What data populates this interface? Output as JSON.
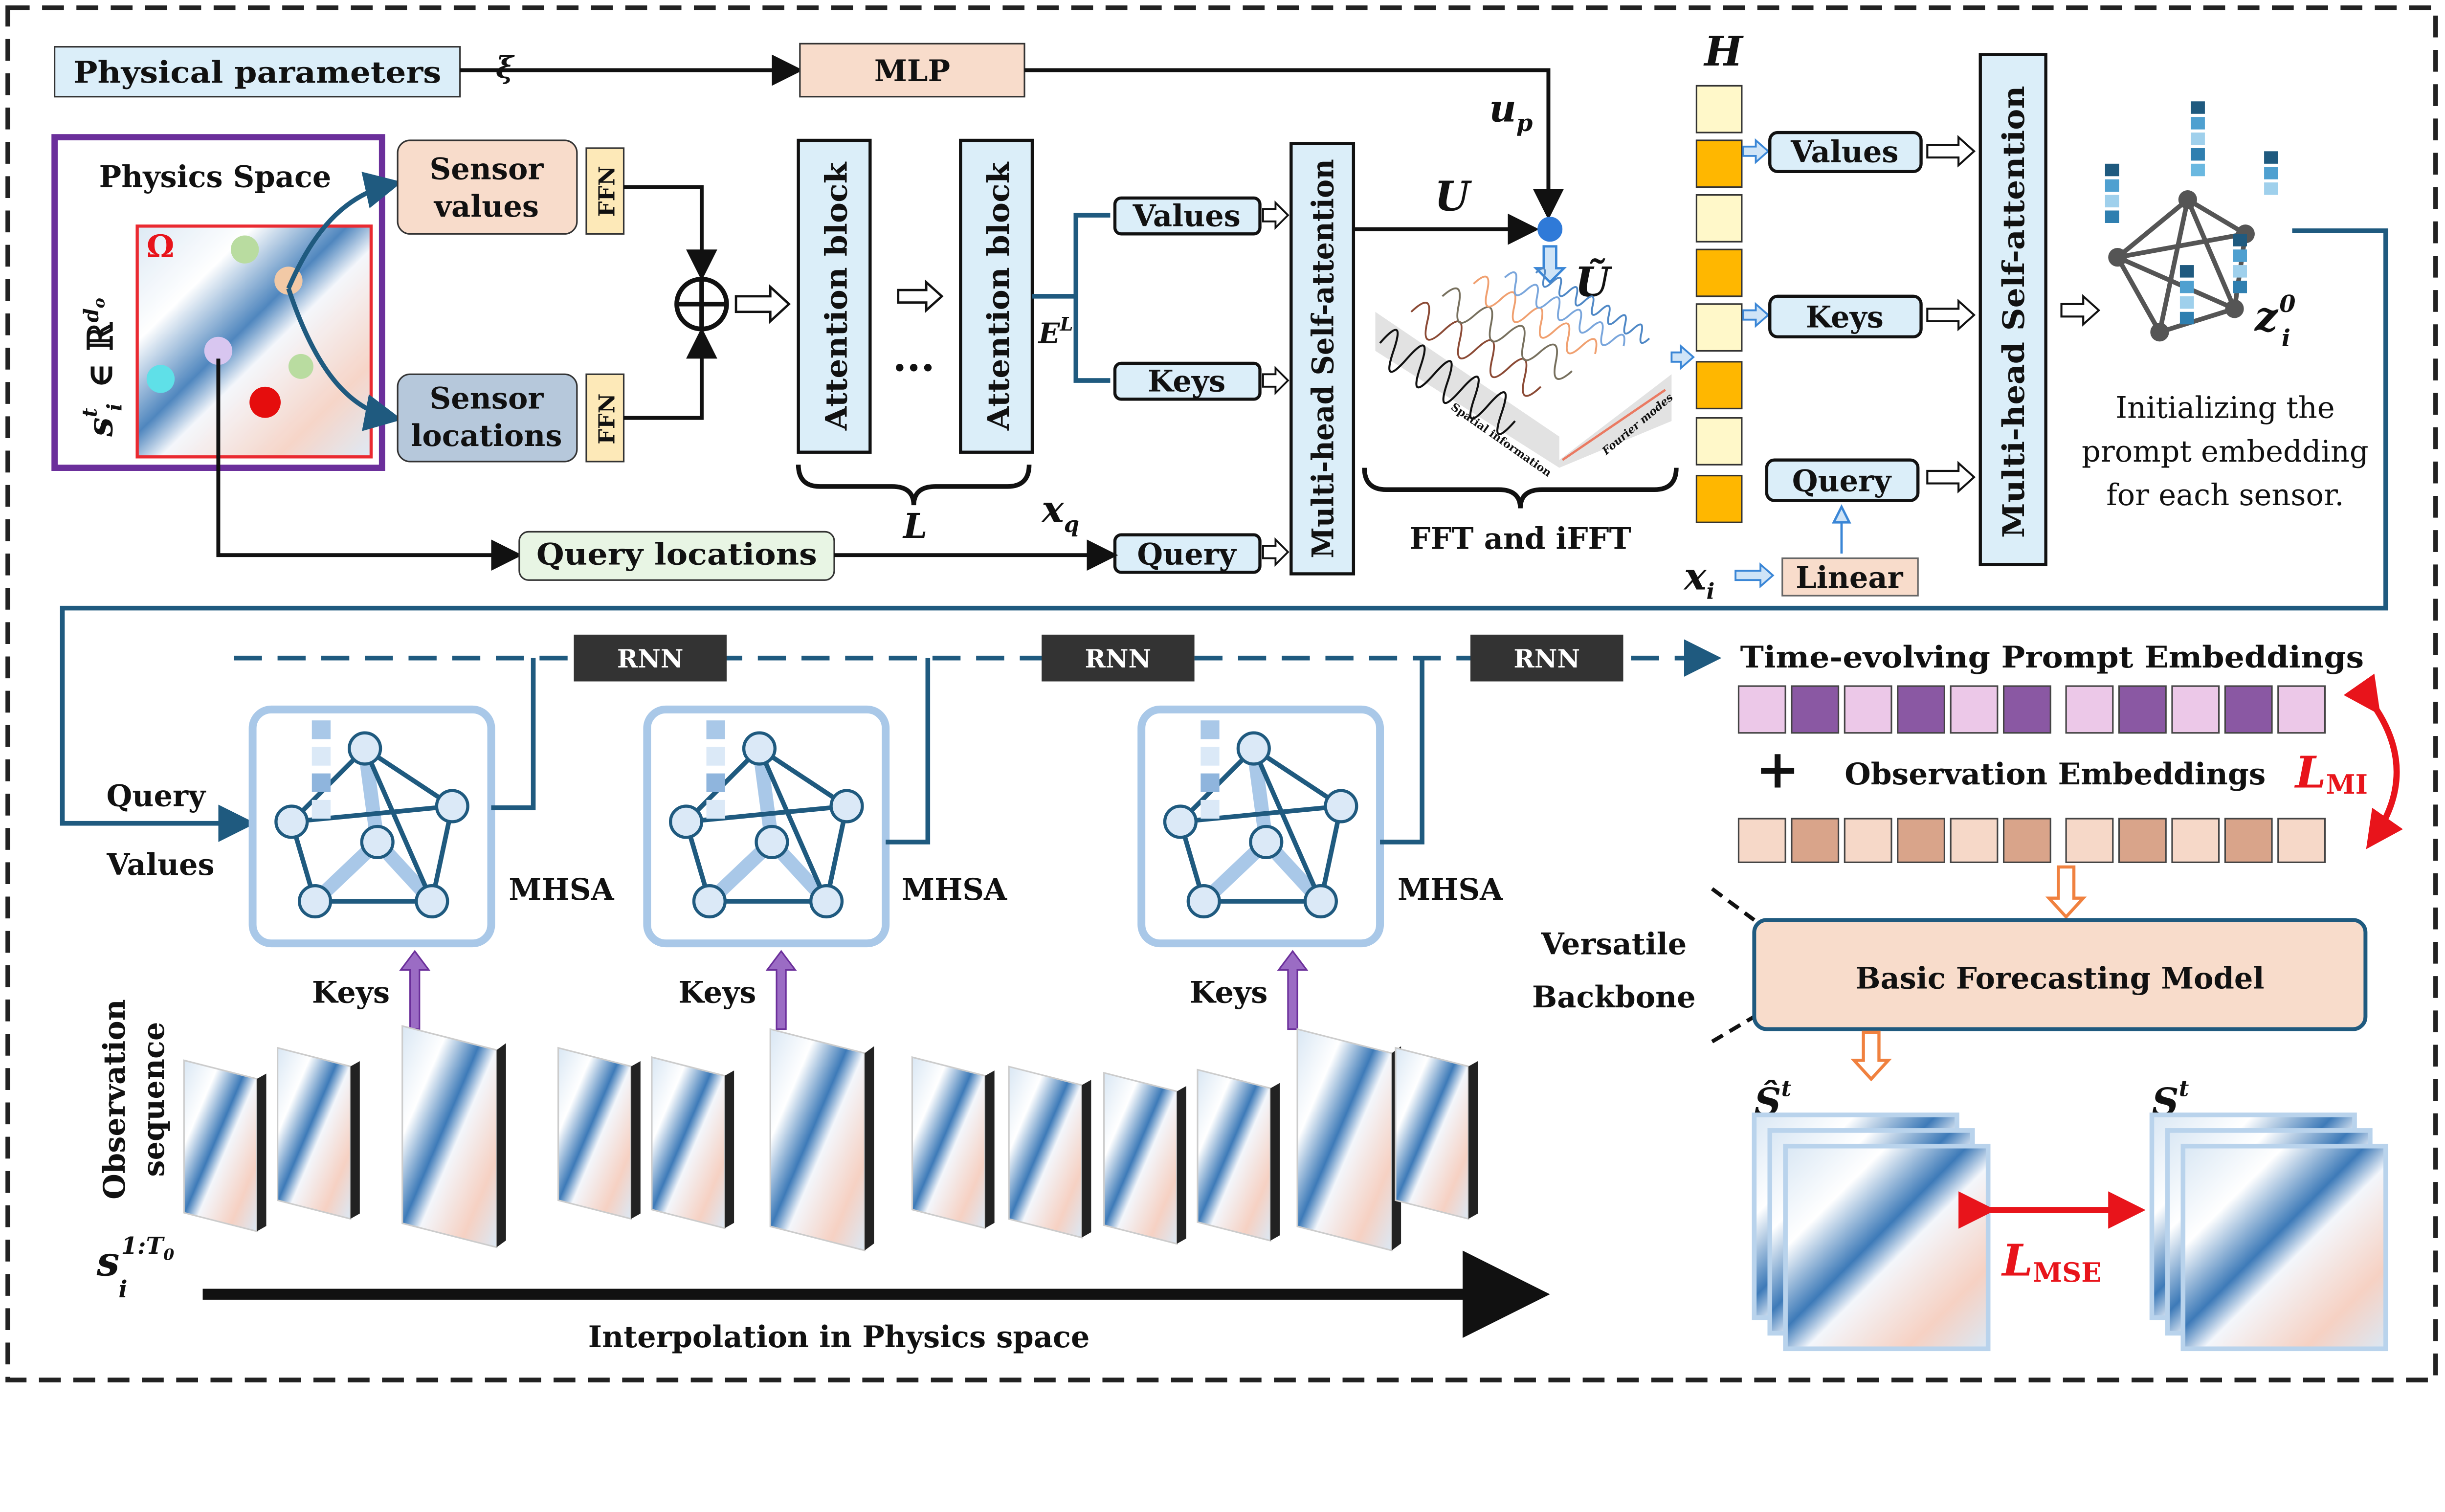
{
  "top": {
    "physical_parameters": "Physical parameters",
    "xi": "ξ",
    "mlp": "MLP",
    "u_p": "u",
    "u_p_sub": "p"
  },
  "physics": {
    "title": "Physics Space",
    "omega": "Ω",
    "state_label": "s",
    "state_sup": "t",
    "state_sub": "i",
    "state_rest": " ∈ ℝ",
    "state_dim": "d",
    "state_dim_sub": "o"
  },
  "encoder": {
    "sensor_values": [
      "Sensor",
      "values"
    ],
    "sensor_locations": [
      "Sensor",
      "locations"
    ],
    "ffn": "FFN",
    "attention_block": "Attention block",
    "dots": "···",
    "layers": "L",
    "e_l": "E",
    "e_l_sup": "L",
    "values": "Values",
    "keys": "Keys",
    "query": "Query",
    "x_q": "x",
    "x_q_sub": "q",
    "query_locations": "Query  locations",
    "mhsa": "Multi-head Self-attention"
  },
  "fourier": {
    "U": "U",
    "U_tilde": "Ũ",
    "spatial_info": "Spatial information",
    "fourier_modes": "Fourier modes",
    "label": "FFT and iFFT"
  },
  "prompt_init": {
    "H": "H",
    "values": "Values",
    "keys": "Keys",
    "query": "Query",
    "x_i": "x",
    "x_i_sub": "i",
    "linear": "Linear",
    "mhsa": "Multi-head Self-attention",
    "z": "z",
    "z_sup": "0",
    "z_sub": "i",
    "caption": [
      "Initializing the",
      "prompt embedding",
      "for each sensor."
    ]
  },
  "temporal": {
    "rnn": "RNN",
    "query": "Query",
    "values": "Values",
    "mhsa": "MHSA",
    "keys": "Keys",
    "obs_sequence": [
      "Observation",
      "sequence"
    ],
    "s_seq": "s",
    "s_seq_sup": "1:T",
    "s_seq_sup_sub": "0",
    "s_seq_sub": "i",
    "interpolation": "Interpolation in Physics space"
  },
  "forecast": {
    "prompt_embeddings": "Time-evolving Prompt Embeddings",
    "plus": "+",
    "observation_embeddings": "Observation Embeddings",
    "l_mi": "L",
    "l_mi_sub": "MI",
    "versatile": [
      "Versatile",
      "Backbone"
    ],
    "model": "Basic Forecasting Model",
    "s_hat": "Ŝ",
    "s_hat_sup": "t",
    "s_true": "S",
    "s_true_sup": "t",
    "l_mse": "L",
    "l_mse_sub": "MSE"
  },
  "colors": {
    "light_blue": "#dbeef9",
    "peach": "#f8dccb",
    "dark_blue": "#1f5a7f",
    "orange": "#ffb700",
    "pale_yellow": "#fff8c9",
    "purple_light": "#ecc8e8",
    "purple_dark": "#8a58a3",
    "red": "#e8141b"
  }
}
